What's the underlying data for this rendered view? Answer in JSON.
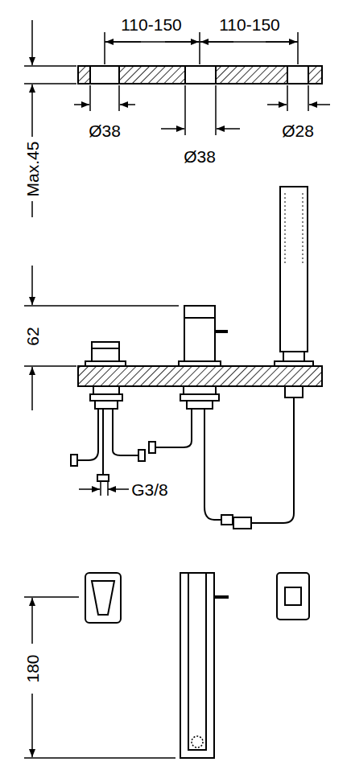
{
  "diagram": {
    "labels": [
      "110-150",
      "110-150",
      "Max.45",
      "Ø38",
      "Ø38",
      "Ø28",
      "62",
      "G3/8",
      "180"
    ]
  }
}
